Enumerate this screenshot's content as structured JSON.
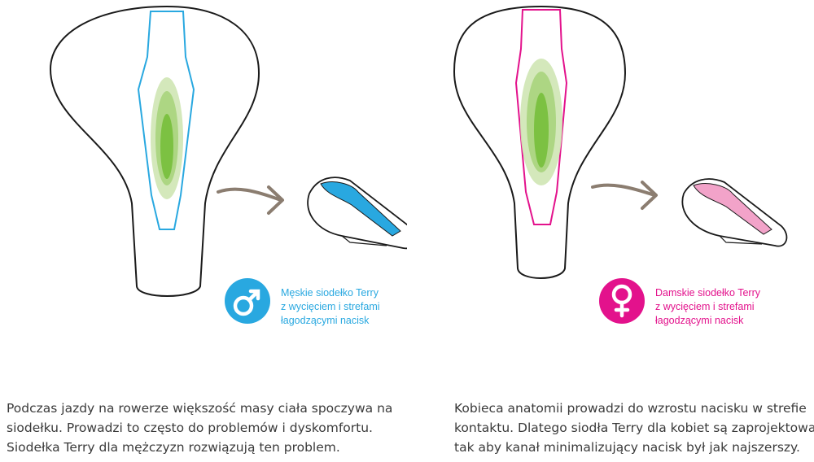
{
  "male": {
    "badge_lines": [
      "Męskie siodełko Terry",
      "z wycięciem i strefami",
      "łagodzącymi nacisk"
    ],
    "color": "#29a8e0",
    "icon": "male-symbol-icon"
  },
  "female": {
    "badge_lines": [
      "Damskie siodełko Terry",
      "z wycięciem i strefami",
      "łagodzącymi nacisk"
    ],
    "color": "#e3128c",
    "icon": "female-symbol-icon"
  },
  "pressure_color": "#7cc142",
  "arrow_color": "#8b7d70",
  "left_text": [
    "Podczas jazdy na rowerze większość masy ciała spoczywa na",
    "siodełku. Prowadzi to często do problemów i dyskomfortu.",
    "Siodełka Terry dla mężczyzn rozwiązują ten problem."
  ],
  "right_text": [
    "Kobieca anatomii prowadzi do wzrostu nacisku w strefie",
    "kontaktu. Dlatego siodła Terry dla kobiet są zaprojektowane",
    "tak aby kanał minimalizujący nacisk był jak najszerszy."
  ]
}
